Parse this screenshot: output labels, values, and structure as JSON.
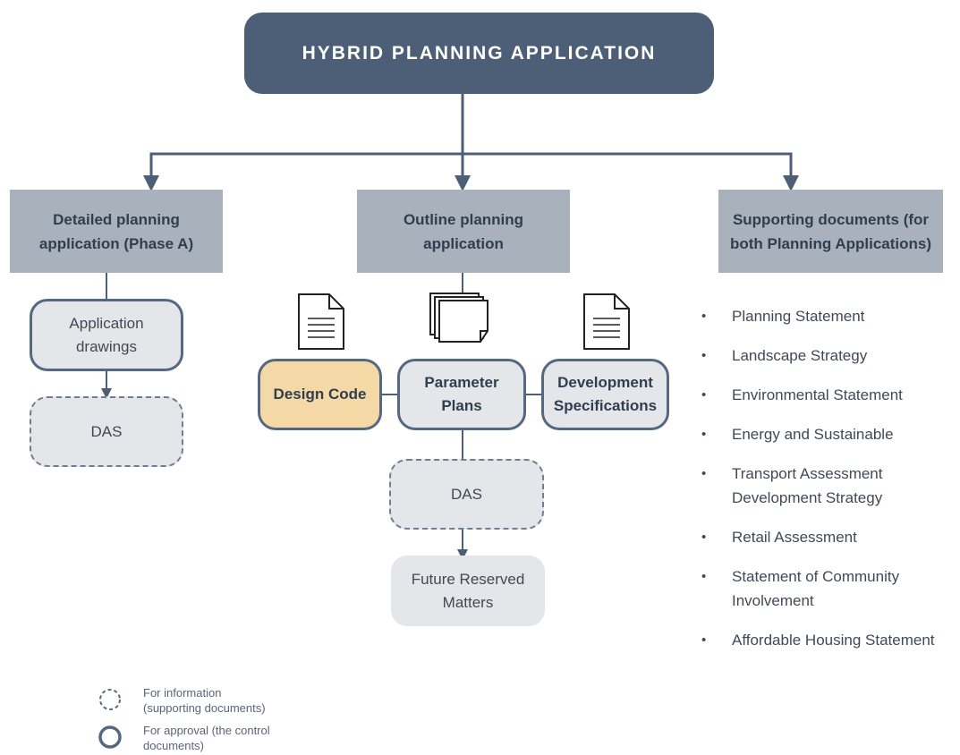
{
  "title": "HYBRID PLANNING APPLICATION",
  "branches": {
    "detailed": "Detailed planning application (Phase A)",
    "outline": "Outline planning application",
    "supporting": "Supporting documents  (for both Planning Applications)"
  },
  "detailed_children": {
    "application_drawings": "Application drawings",
    "das": "DAS"
  },
  "outline_children": {
    "design_code": "Design Code",
    "parameter_plans": "Parameter Plans",
    "development_specifications": "Development Specifications",
    "das": "DAS",
    "future_reserved_matters": "Future Reserved Matters"
  },
  "supporting_items": [
    "Planning Statement",
    "Landscape Strategy",
    "Environmental Statement",
    "Energy and Sustainable",
    "Transport Assessment\nDevelopment Strategy",
    "Retail Assessment",
    "Statement of Community\nInvolvement",
    "Affordable Housing Statement"
  ],
  "legend": {
    "information": "For information\n(supporting documents)",
    "approval": "For approval (the control\ndocuments)"
  },
  "colors": {
    "title_fill": "#4d5f77",
    "header_fill": "#a8b1bc",
    "box_fill": "#e4e6e9",
    "box_border": "#556881",
    "design_code_fill": "#f4d9a6"
  },
  "icons": [
    "document-icon",
    "stacked-documents-icon",
    "document-icon"
  ]
}
